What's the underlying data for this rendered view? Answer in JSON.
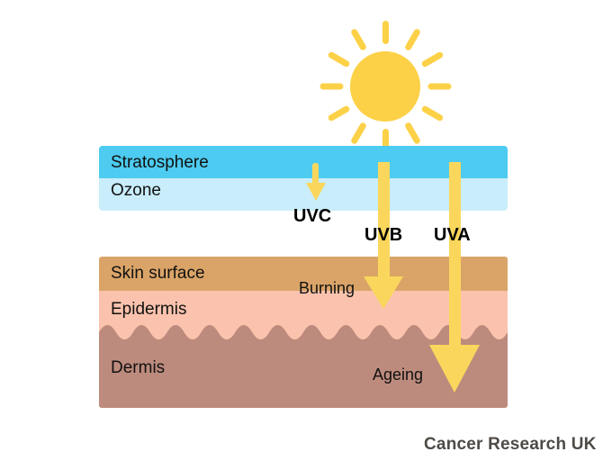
{
  "labels": {
    "stratosphere": "Stratosphere",
    "ozone": "Ozone",
    "uvc": "UVC",
    "uvb": "UVB",
    "uva": "UVA",
    "skin_surface": "Skin surface",
    "epidermis": "Epidermis",
    "dermis": "Dermis",
    "burning": "Burning",
    "ageing": "Ageing",
    "attribution": "Cancer Research UK"
  },
  "icons": {
    "sun": "sun-icon",
    "uvc_arrow": "short-down-arrow-icon",
    "uvb_arrow": "medium-down-arrow-icon",
    "uva_arrow": "long-down-arrow-icon"
  },
  "colors": {
    "sun": "#FCD147",
    "uv_arrow": "#FAD75C",
    "stratosphere": "#4DCBF0",
    "ozone": "#C9EDFA",
    "skin_surface": "#DAA468",
    "epidermis": "#FBC3AD",
    "dermis": "#BD8B7D",
    "label_text": "#111111",
    "attribution_text": "#4E4A46",
    "background": "#FFFFFF"
  }
}
